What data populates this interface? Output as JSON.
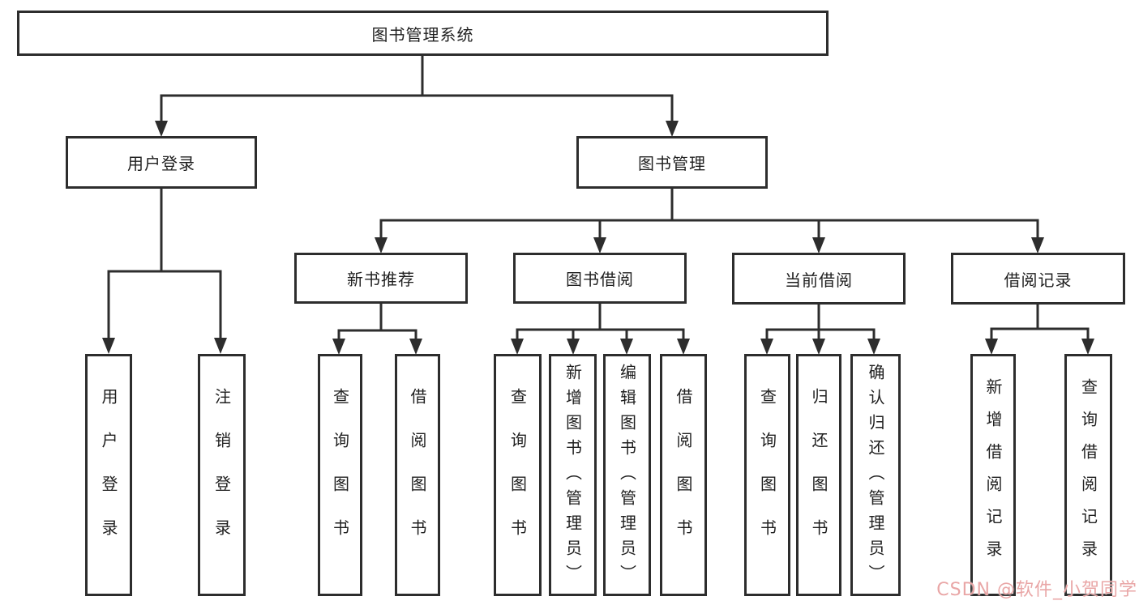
{
  "tree": {
    "label": "图书管理系统",
    "children": [
      {
        "label": "用户登录",
        "children": [
          {
            "label": "用户登录"
          },
          {
            "label": "注销登录"
          }
        ]
      },
      {
        "label": "图书管理",
        "children": [
          {
            "label": "新书推荐",
            "children": [
              {
                "label": "查询图书"
              },
              {
                "label": "借阅图书"
              }
            ]
          },
          {
            "label": "图书借阅",
            "children": [
              {
                "label": "查询图书"
              },
              {
                "label": "新增图书（管理员）"
              },
              {
                "label": "编辑图书（管理员）"
              },
              {
                "label": "借阅图书"
              }
            ]
          },
          {
            "label": "当前借阅",
            "children": [
              {
                "label": "查询图书"
              },
              {
                "label": "归还图书"
              },
              {
                "label": "确认归还（管理员）"
              }
            ]
          },
          {
            "label": "借阅记录",
            "children": [
              {
                "label": "新增借阅记录"
              },
              {
                "label": "查询借阅记录"
              }
            ]
          }
        ]
      }
    ]
  },
  "watermark": {
    "text": "CSDN @软件_小贺同学"
  },
  "colors": {
    "line": "#2d2d2d",
    "text": "#1f1f1f",
    "watermark": "#e9a6a6",
    "background": "#ffffff"
  }
}
